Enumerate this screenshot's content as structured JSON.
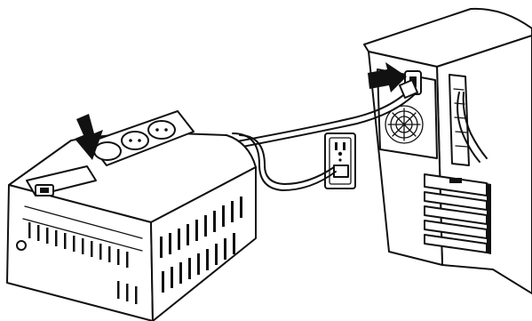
{
  "illustration": {
    "kind": "ups-connection-diagram",
    "parts": [
      "ups-unit",
      "wall-outlet",
      "computer-tower",
      "power-cable",
      "arrows"
    ],
    "colors": {
      "line": "#111111",
      "background": "#ffffff"
    }
  }
}
